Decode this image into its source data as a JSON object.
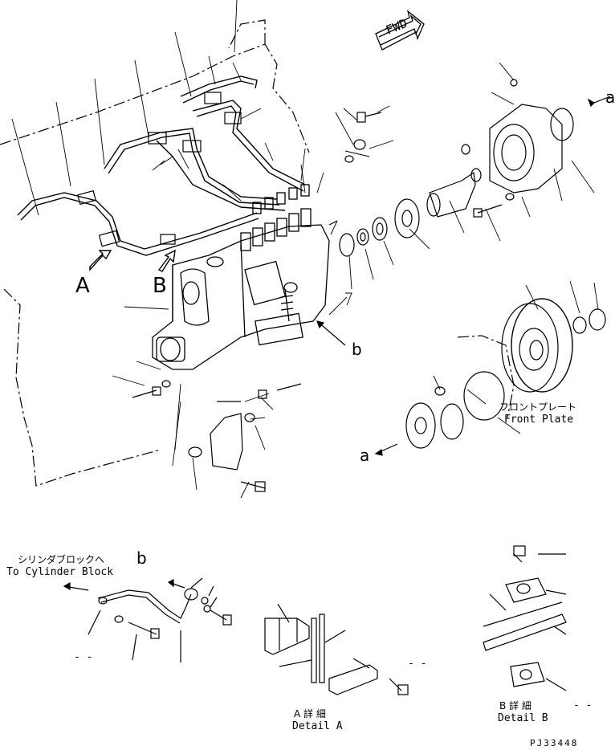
{
  "labels": {
    "callout_A": "A",
    "callout_B": "B",
    "fwd": "FWD",
    "callout_a_top": "a",
    "callout_b_mid": "b",
    "callout_a_left": "a",
    "front_plate_jp": "フロントプレート",
    "front_plate_en": "Front Plate",
    "to_cyl_jp": "シリンダブロックへ",
    "to_cyl_en": "To Cylinder Block",
    "callout_b_bottom": "b",
    "detail_a_jp": "A 詳 細",
    "detail_a_en": "Detail A",
    "detail_b_jp": "B 詳 細",
    "detail_b_en": "Detail B",
    "dash_1": "- -",
    "dash_2": "- -",
    "dash_3": "- -",
    "figure_id": "PJ33448"
  }
}
